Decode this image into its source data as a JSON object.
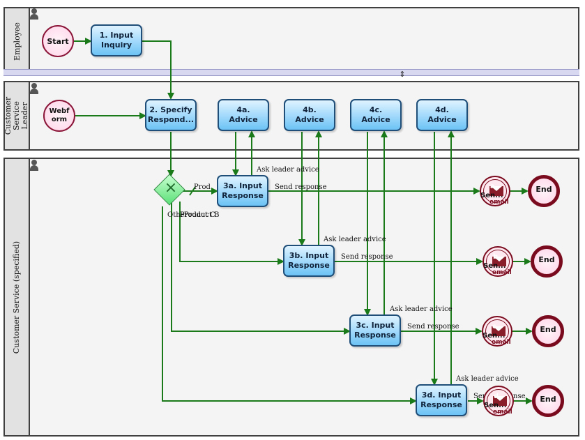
{
  "lanes": {
    "employee": "Employee",
    "leader": "Customer Service Leader",
    "specified": "Customer Service (specified)"
  },
  "events": {
    "start": "Start",
    "webform": "Webform",
    "end": "End"
  },
  "tasks": {
    "t1": "1. Input Inquiry",
    "t2": "2. Specify Respond...",
    "t4a": "4a. Advice",
    "t4b": "4b. Advice",
    "t4c": "4c. Advice",
    "t4d": "4d. Advice",
    "t3a": "3a. Input Response",
    "t3b": "3b. Input Response",
    "t3c": "3c. Input Response",
    "t3d": "3d. Input Response"
  },
  "messages": {
    "a": "a",
    "b": "b",
    "c": "c",
    "d": "d",
    "name": "Sen...",
    "type": "email"
  },
  "flow_labels": {
    "ask": "Ask leader advice",
    "send": "Send response",
    "prod": "Prod",
    "product_b": "Product B",
    "other": "Other",
    "product_c": "Product C"
  },
  "colors": {
    "flow": "#1a7a1a",
    "lane_border": "#404040",
    "task_border": "#1f4e79",
    "end_border": "#7a0b1e"
  },
  "icons": {
    "lane": "person-icon",
    "gateway": "exclusive-gateway-icon",
    "message": "envelope-icon",
    "resize": "resize-handle-icon"
  }
}
